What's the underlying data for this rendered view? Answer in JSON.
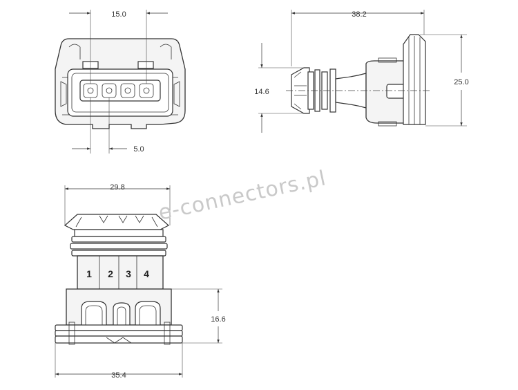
{
  "watermark": "e-connectors.pl",
  "front_view": {
    "dim_top_pitch": "15.0",
    "dim_bottom_pitch": "5.0"
  },
  "side_view": {
    "dim_length": "38.2",
    "dim_height": "25.0",
    "dim_nose": "14.6"
  },
  "bottom_view": {
    "dim_top_width": "29.8",
    "dim_bottom_width": "35.4",
    "dim_flange_height": "16.6",
    "pin_labels": [
      "1",
      "2",
      "3",
      "4"
    ]
  }
}
